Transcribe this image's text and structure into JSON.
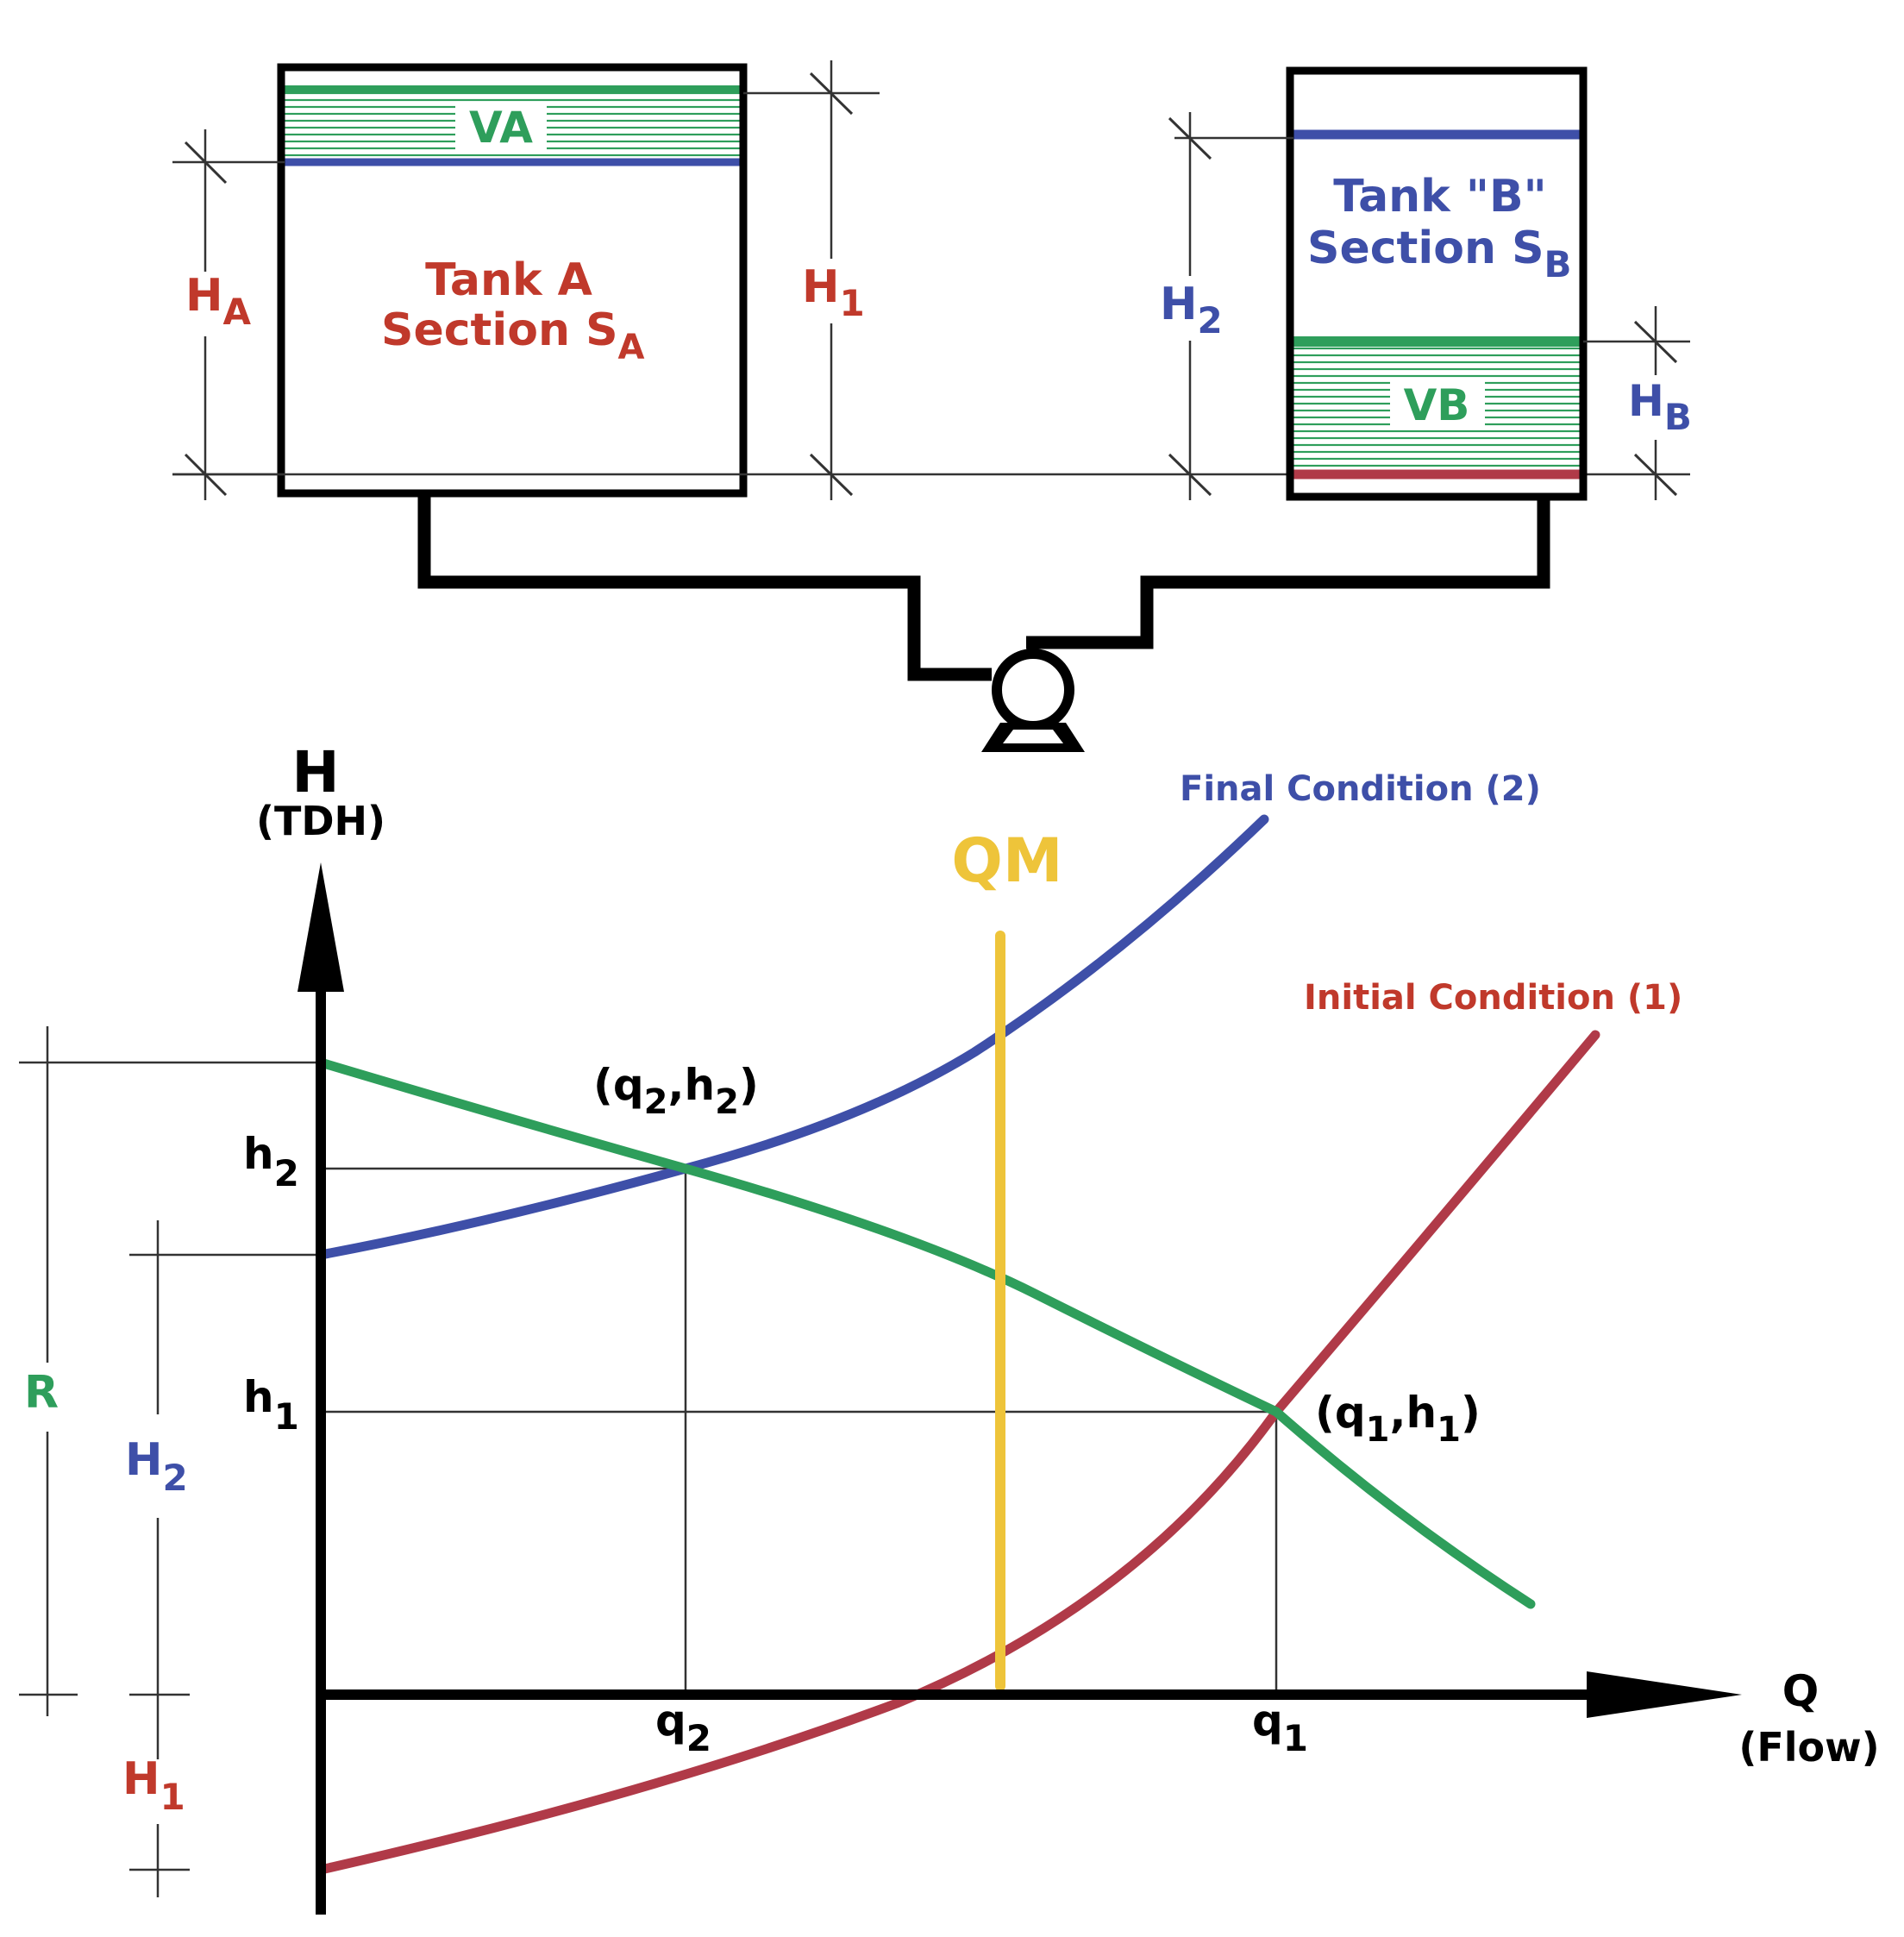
{
  "colors": {
    "red": "#c0392b",
    "darkred": "#b03a48",
    "blue": "#3e4fa8",
    "green": "#2e9e5b",
    "yellow": "#eec43a",
    "black": "#000000",
    "thin": "#333333"
  },
  "tank_a": {
    "title": "Tank A",
    "section_prefix": "Section S",
    "section_sub": "A",
    "volume_label": "VA",
    "height_label": "H",
    "height_sub": "A"
  },
  "tank_b": {
    "title": "Tank \"B\"",
    "section_prefix": "Section S",
    "section_sub": "B",
    "volume_label": "VB",
    "height_label": "H",
    "height_sub": "B"
  },
  "dims": {
    "h1_label": "H",
    "h1_sub": "1",
    "h2_label": "H",
    "h2_sub": "2"
  },
  "graph": {
    "y_axis_label": "H",
    "y_axis_sub": "(TDH)",
    "x_axis_label": "Q",
    "x_axis_sub": "(Flow)",
    "qm_label": "QM",
    "final_condition": "Final Condition (2)",
    "initial_condition": "Initial Condition (1)",
    "point2": {
      "open": "(q",
      "sub1": "2",
      "mid": ",h",
      "sub2": "2",
      "close": ")"
    },
    "point1": {
      "open": "(q",
      "sub1": "1",
      "mid": ",h",
      "sub2": "1",
      "close": ")"
    },
    "tick_h2": {
      "main": "h",
      "sub": "2"
    },
    "tick_h1": {
      "main": "h",
      "sub": "1"
    },
    "tick_q2": {
      "main": "q",
      "sub": "2"
    },
    "tick_q1": {
      "main": "q",
      "sub": "1"
    },
    "r_label": "R",
    "left_h2": {
      "main": "H",
      "sub": "2"
    },
    "left_h1": {
      "main": "H",
      "sub": "1"
    }
  }
}
